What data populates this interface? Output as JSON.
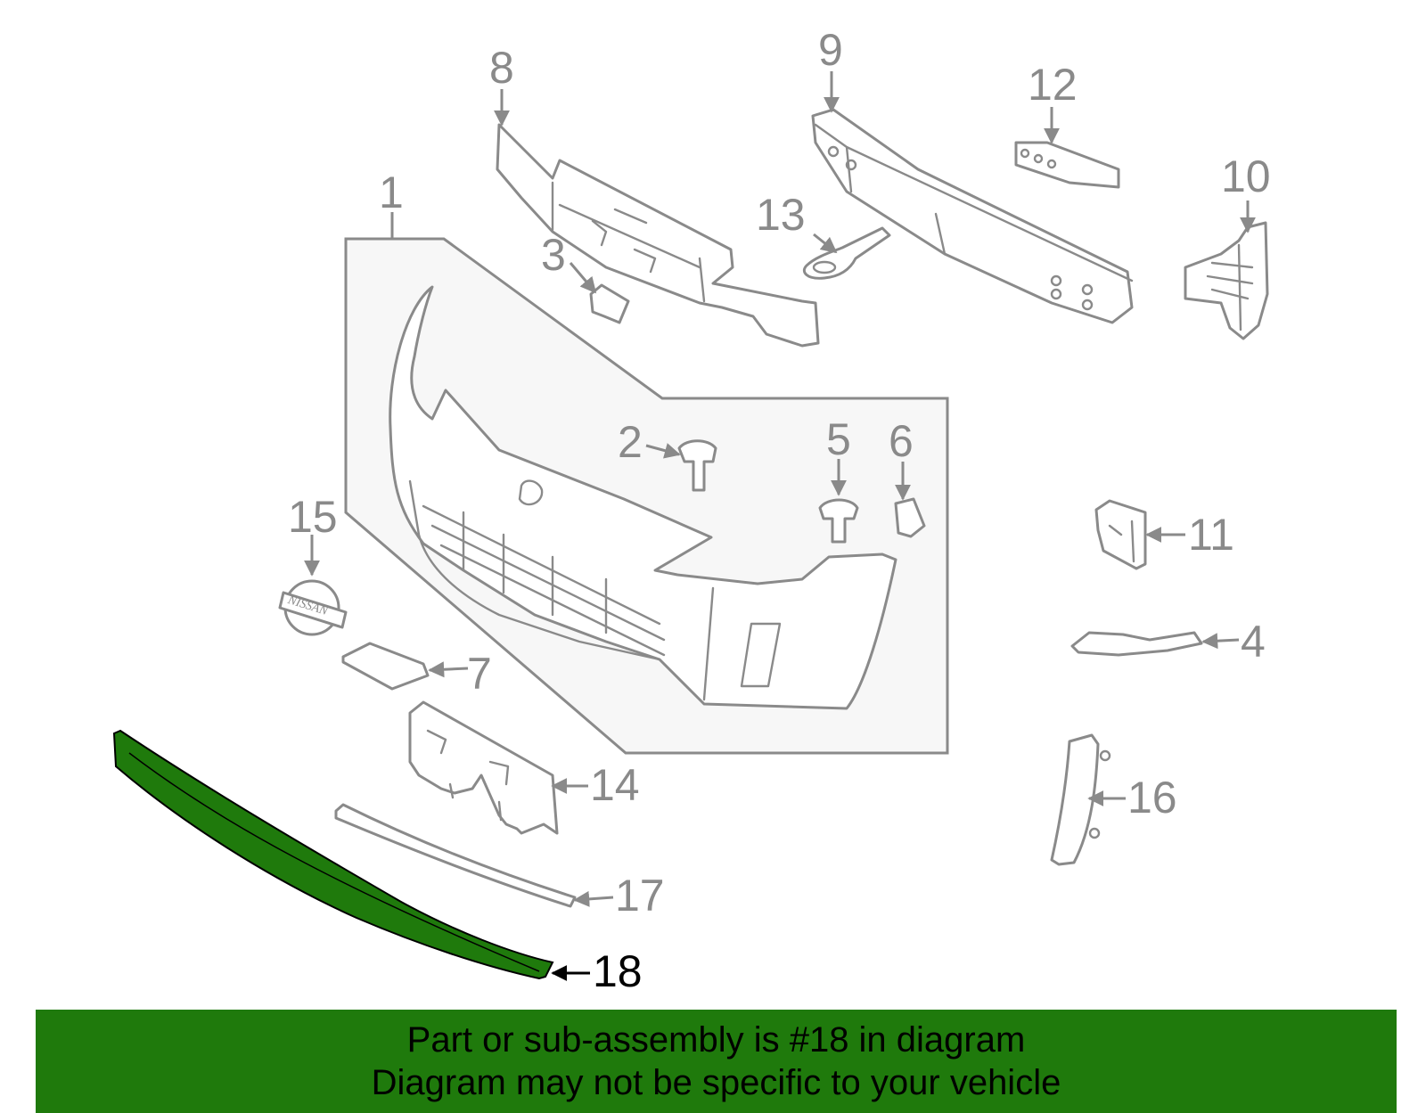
{
  "highlight_color": "#1f7a0c",
  "line_color": "#8a8a8a",
  "callouts": {
    "c1": "1",
    "c2": "2",
    "c3": "3",
    "c4": "4",
    "c5": "5",
    "c6": "6",
    "c7": "7",
    "c8": "8",
    "c9": "9",
    "c10": "10",
    "c11": "11",
    "c12": "12",
    "c13": "13",
    "c14": "14",
    "c15": "15",
    "c16": "16",
    "c17": "17",
    "c18": "18"
  },
  "highlighted_part": "18",
  "banner": {
    "line1": "Part or sub-assembly is #18 in diagram",
    "line2": "Diagram may not be specific to your vehicle"
  }
}
